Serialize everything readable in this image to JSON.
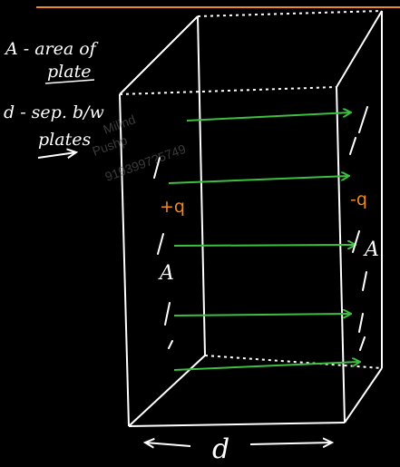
{
  "notes": {
    "line1": "A - area of",
    "line2": "plate",
    "line3": "d - sep. b/w",
    "line4": "plates"
  },
  "labels": {
    "plus_charge": "+q",
    "minus_charge": "-q",
    "area_left": "A",
    "area_right": "A",
    "separation": "d"
  },
  "watermark": {
    "name": "Milind",
    "surname": "Pushp",
    "phone": "9193997?5749"
  },
  "colors": {
    "background": "#000000",
    "ink": "#ffffff",
    "field_arrow": "#3fbf3f",
    "charge_text": "#f08a1e",
    "top_line": "#f08a1e"
  },
  "field_lines_count": 5
}
